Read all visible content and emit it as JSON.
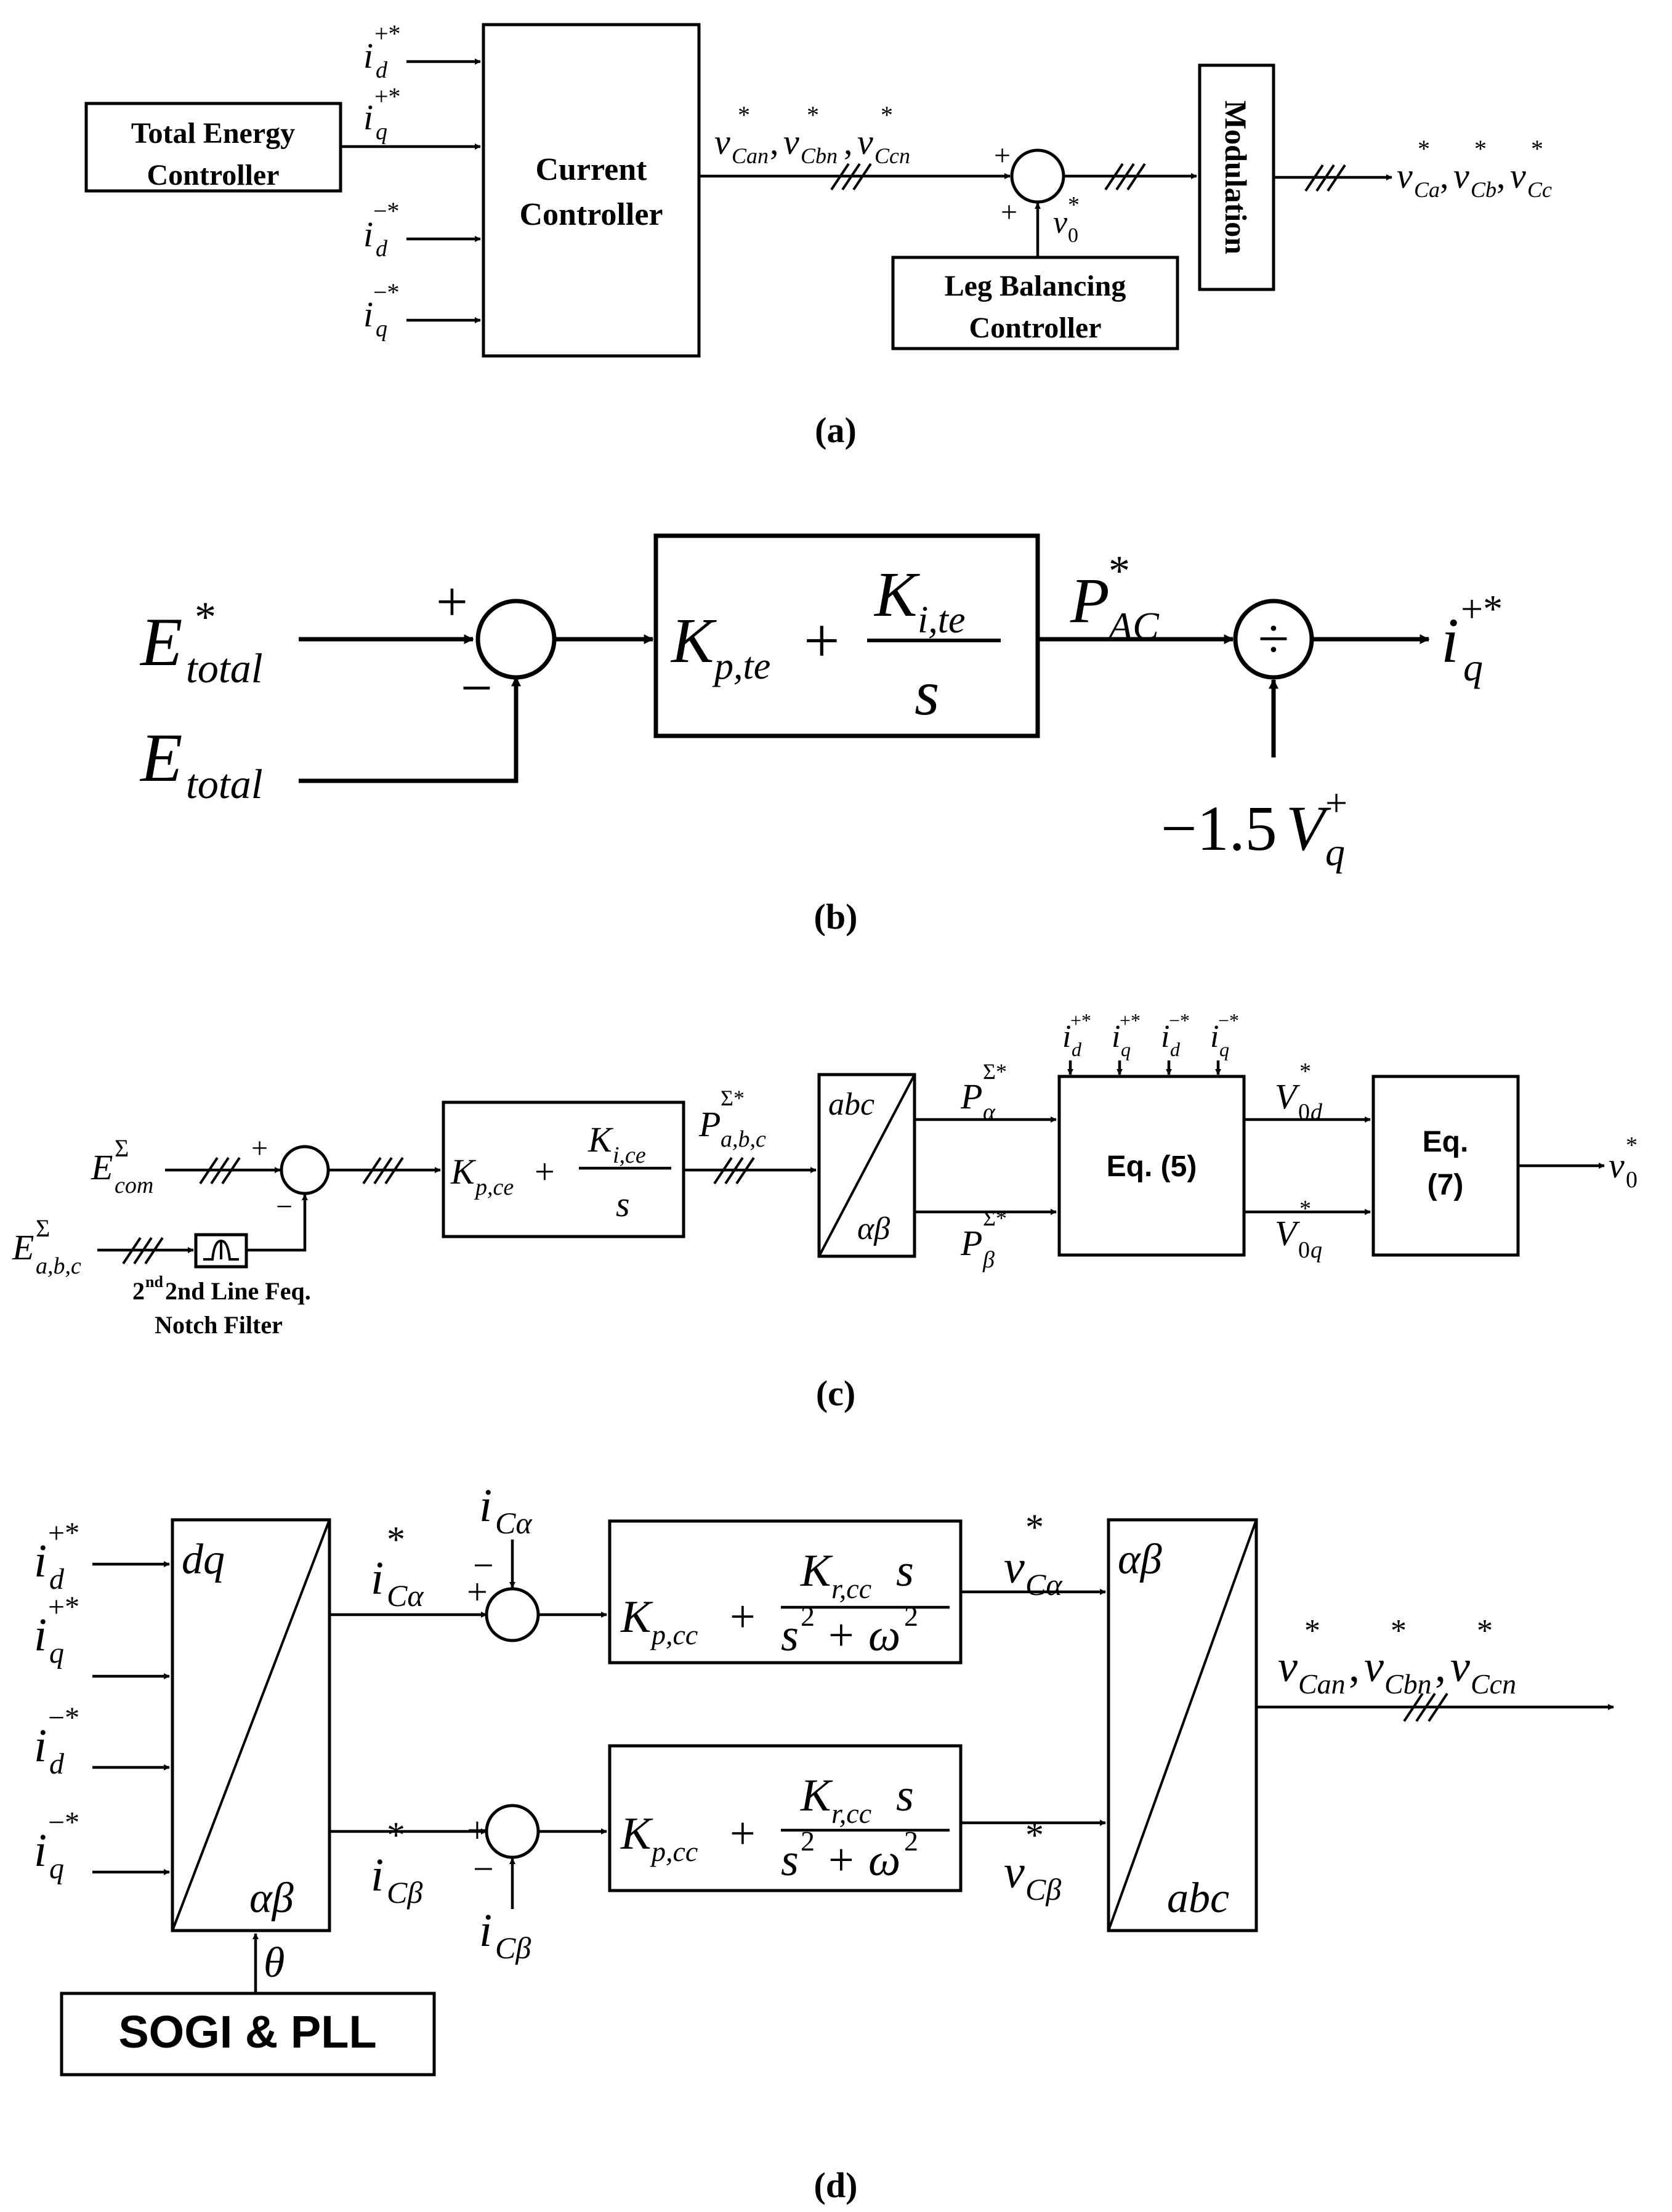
{
  "panel_a": {
    "caption": "(a)",
    "total_energy_controller": [
      "Total Energy",
      "Controller"
    ],
    "current_controller": [
      "Current",
      "Controller"
    ],
    "modulation": "Modulation",
    "leg_balancing_controller": [
      "Leg Balancing",
      "Controller"
    ],
    "signs": [
      "+",
      "+"
    ]
  },
  "panel_b": {
    "caption": "(b)",
    "divide_symbol": "÷",
    "signs": [
      "+",
      "−"
    ]
  },
  "panel_c": {
    "caption": "(c)",
    "notch_filter": [
      "2nd Line Feq.",
      "Notch Filter"
    ],
    "eq5": "Eq. (5)",
    "eq7": [
      "Eq.",
      "(7)"
    ],
    "signs": [
      "+",
      "−"
    ]
  },
  "panel_d": {
    "caption": "(d)",
    "sogi_pll": "SOGI & PLL",
    "signs": [
      "−",
      "+",
      "+",
      "−"
    ]
  }
}
